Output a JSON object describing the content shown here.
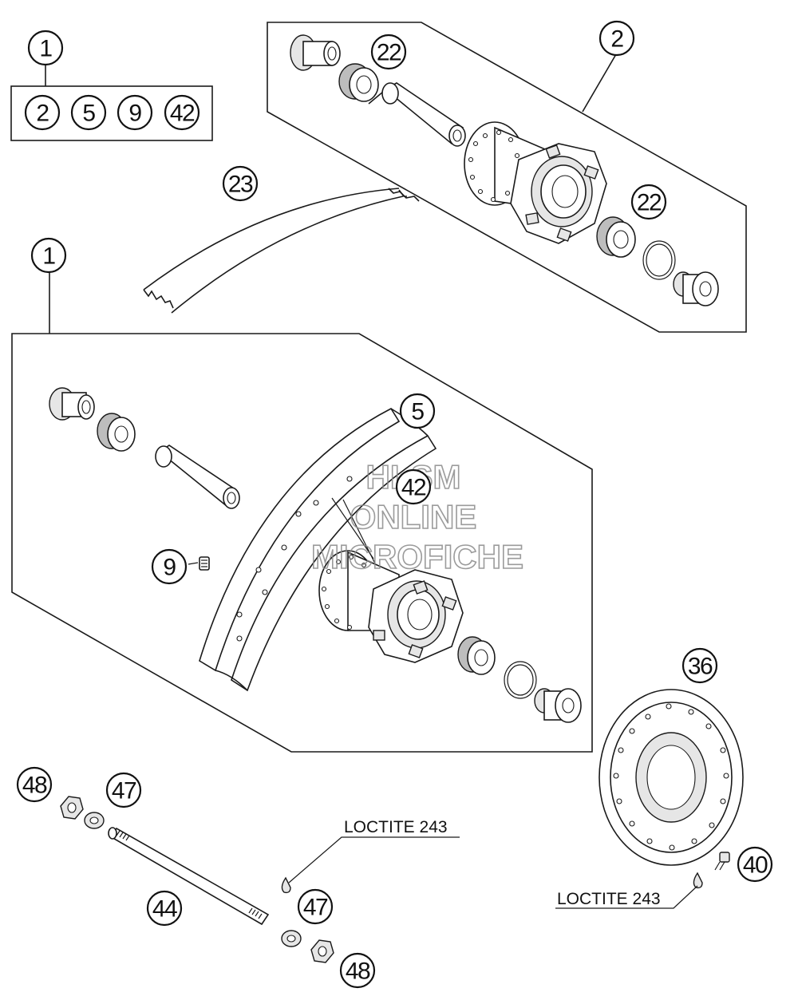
{
  "callouts": {
    "c1_top": "1",
    "c2_box": "2",
    "c5_box": "5",
    "c9_box": "9",
    "c42_box": "42",
    "c2_hub": "2",
    "c22_a": "22",
    "c22_b": "22",
    "c23": "23",
    "c1_wheel": "1",
    "c5_rim": "5",
    "c42_spokes": "42",
    "c9_nipple": "9",
    "c36": "36",
    "c48_a": "48",
    "c47_a": "47",
    "c44": "44",
    "c47_b": "47",
    "c48_b": "48",
    "c40": "40"
  },
  "notes": {
    "loctite_axle": "LOCTITE 243",
    "loctite_disc": "LOCTITE 243"
  },
  "watermark": {
    "line1": "HLSM",
    "line2": "ONLINE",
    "line3": "MICROFICHE"
  }
}
